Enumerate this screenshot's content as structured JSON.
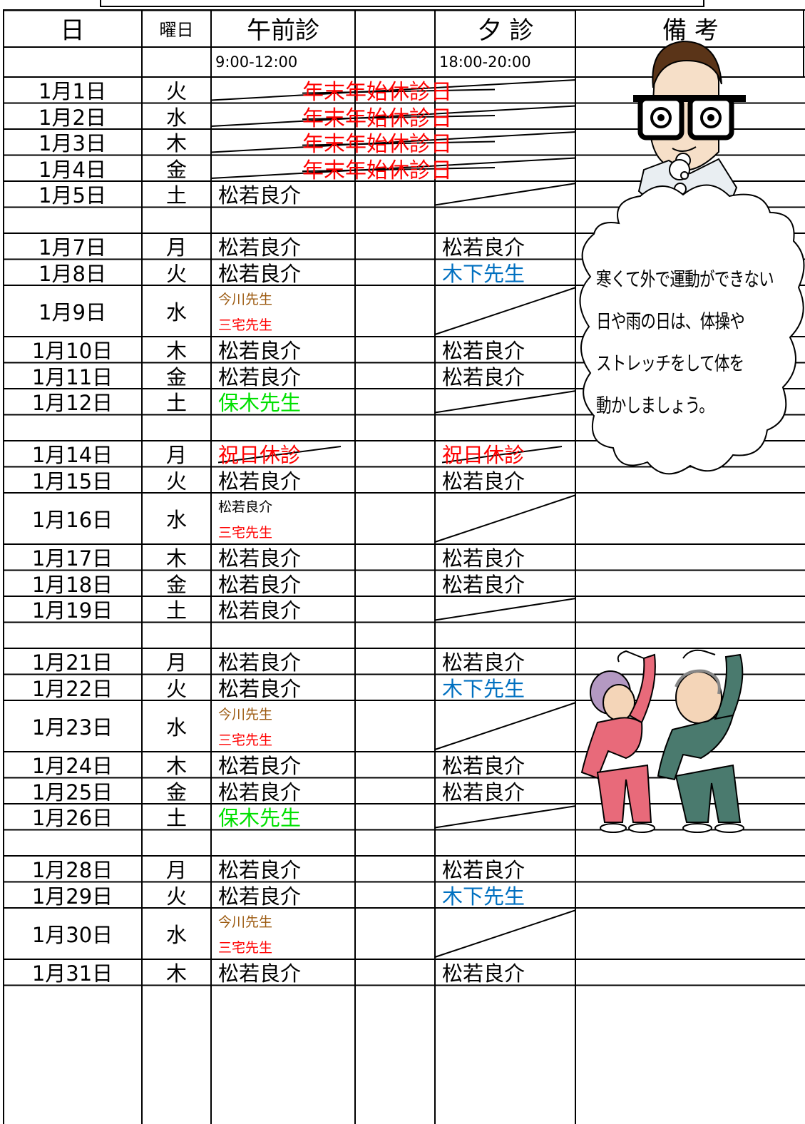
{
  "header": {
    "date": "日",
    "weekday": "曜日",
    "morning": "午前診",
    "evening": "夕 診",
    "remarks": "備 考"
  },
  "hours": {
    "morning": "9:00-12:00",
    "evening": "18:00-20:00"
  },
  "closure_label": "年末年始休診日",
  "bubble": {
    "lines": [
      "寒くて外で運動ができない",
      "日や雨の日は、体操や",
      "ストレッチをして体を",
      "動かしましょう。"
    ]
  },
  "illustrations": {
    "doctor": "doctor-with-glasses-illustration",
    "seniors": "elderly-couple-stretching-illustration"
  },
  "colors": {
    "holiday_red": "#ff0000",
    "hoki_green": "#00e000",
    "kinoshita_blue": "#0070c0",
    "imagawa_brown": "#9c5a10"
  },
  "rows": [
    {
      "date": "1月1日",
      "day": "火",
      "type": "closure"
    },
    {
      "date": "1月2日",
      "day": "水",
      "type": "closure"
    },
    {
      "date": "1月3日",
      "day": "木",
      "type": "closure"
    },
    {
      "date": "1月4日",
      "day": "金",
      "type": "closure"
    },
    {
      "date": "1月5日",
      "day": "土",
      "am": [
        "松若良介"
      ],
      "pm": null
    },
    {
      "date": "",
      "day": "",
      "type": "blank"
    },
    {
      "date": "1月7日",
      "day": "月",
      "am": [
        "松若良介"
      ],
      "pm": "松若良介"
    },
    {
      "date": "1月8日",
      "day": "火",
      "am": [
        "松若良介"
      ],
      "pm": "木下先生"
    },
    {
      "date": "1月9日",
      "day": "水",
      "am": [
        "今川先生",
        "三宅先生"
      ],
      "pm": null
    },
    {
      "date": "1月10日",
      "day": "木",
      "am": [
        "松若良介"
      ],
      "pm": "松若良介"
    },
    {
      "date": "1月11日",
      "day": "金",
      "am": [
        "松若良介"
      ],
      "pm": "松若良介"
    },
    {
      "date": "1月12日",
      "day": "土",
      "am": [
        "保木先生"
      ],
      "pm": null
    },
    {
      "date": "",
      "day": "",
      "type": "blank"
    },
    {
      "date": "1月14日",
      "day": "月",
      "am": [
        "祝日休診"
      ],
      "pm": "祝日休診"
    },
    {
      "date": "1月15日",
      "day": "火",
      "am": [
        "松若良介"
      ],
      "pm": "松若良介"
    },
    {
      "date": "1月16日",
      "day": "水",
      "am": [
        "松若良介",
        "三宅先生"
      ],
      "pm": null
    },
    {
      "date": "1月17日",
      "day": "木",
      "am": [
        "松若良介"
      ],
      "pm": "松若良介"
    },
    {
      "date": "1月18日",
      "day": "金",
      "am": [
        "松若良介"
      ],
      "pm": "松若良介"
    },
    {
      "date": "1月19日",
      "day": "土",
      "am": [
        "松若良介"
      ],
      "pm": null
    },
    {
      "date": "",
      "day": "",
      "type": "blank"
    },
    {
      "date": "1月21日",
      "day": "月",
      "am": [
        "松若良介"
      ],
      "pm": "松若良介"
    },
    {
      "date": "1月22日",
      "day": "火",
      "am": [
        "松若良介"
      ],
      "pm": "木下先生"
    },
    {
      "date": "1月23日",
      "day": "水",
      "am": [
        "今川先生",
        "三宅先生"
      ],
      "pm": null
    },
    {
      "date": "1月24日",
      "day": "木",
      "am": [
        "松若良介"
      ],
      "pm": "松若良介"
    },
    {
      "date": "1月25日",
      "day": "金",
      "am": [
        "松若良介"
      ],
      "pm": "松若良介"
    },
    {
      "date": "1月26日",
      "day": "土",
      "am": [
        "保木先生"
      ],
      "pm": null
    },
    {
      "date": "",
      "day": "",
      "type": "blank"
    },
    {
      "date": "1月28日",
      "day": "月",
      "am": [
        "松若良介"
      ],
      "pm": "松若良介"
    },
    {
      "date": "1月29日",
      "day": "火",
      "am": [
        "松若良介"
      ],
      "pm": "木下先生"
    },
    {
      "date": "1月30日",
      "day": "水",
      "am": [
        "今川先生",
        "三宅先生"
      ],
      "pm": null
    },
    {
      "date": "1月31日",
      "day": "木",
      "am": [
        "松若良介"
      ],
      "pm": "松若良介"
    }
  ]
}
